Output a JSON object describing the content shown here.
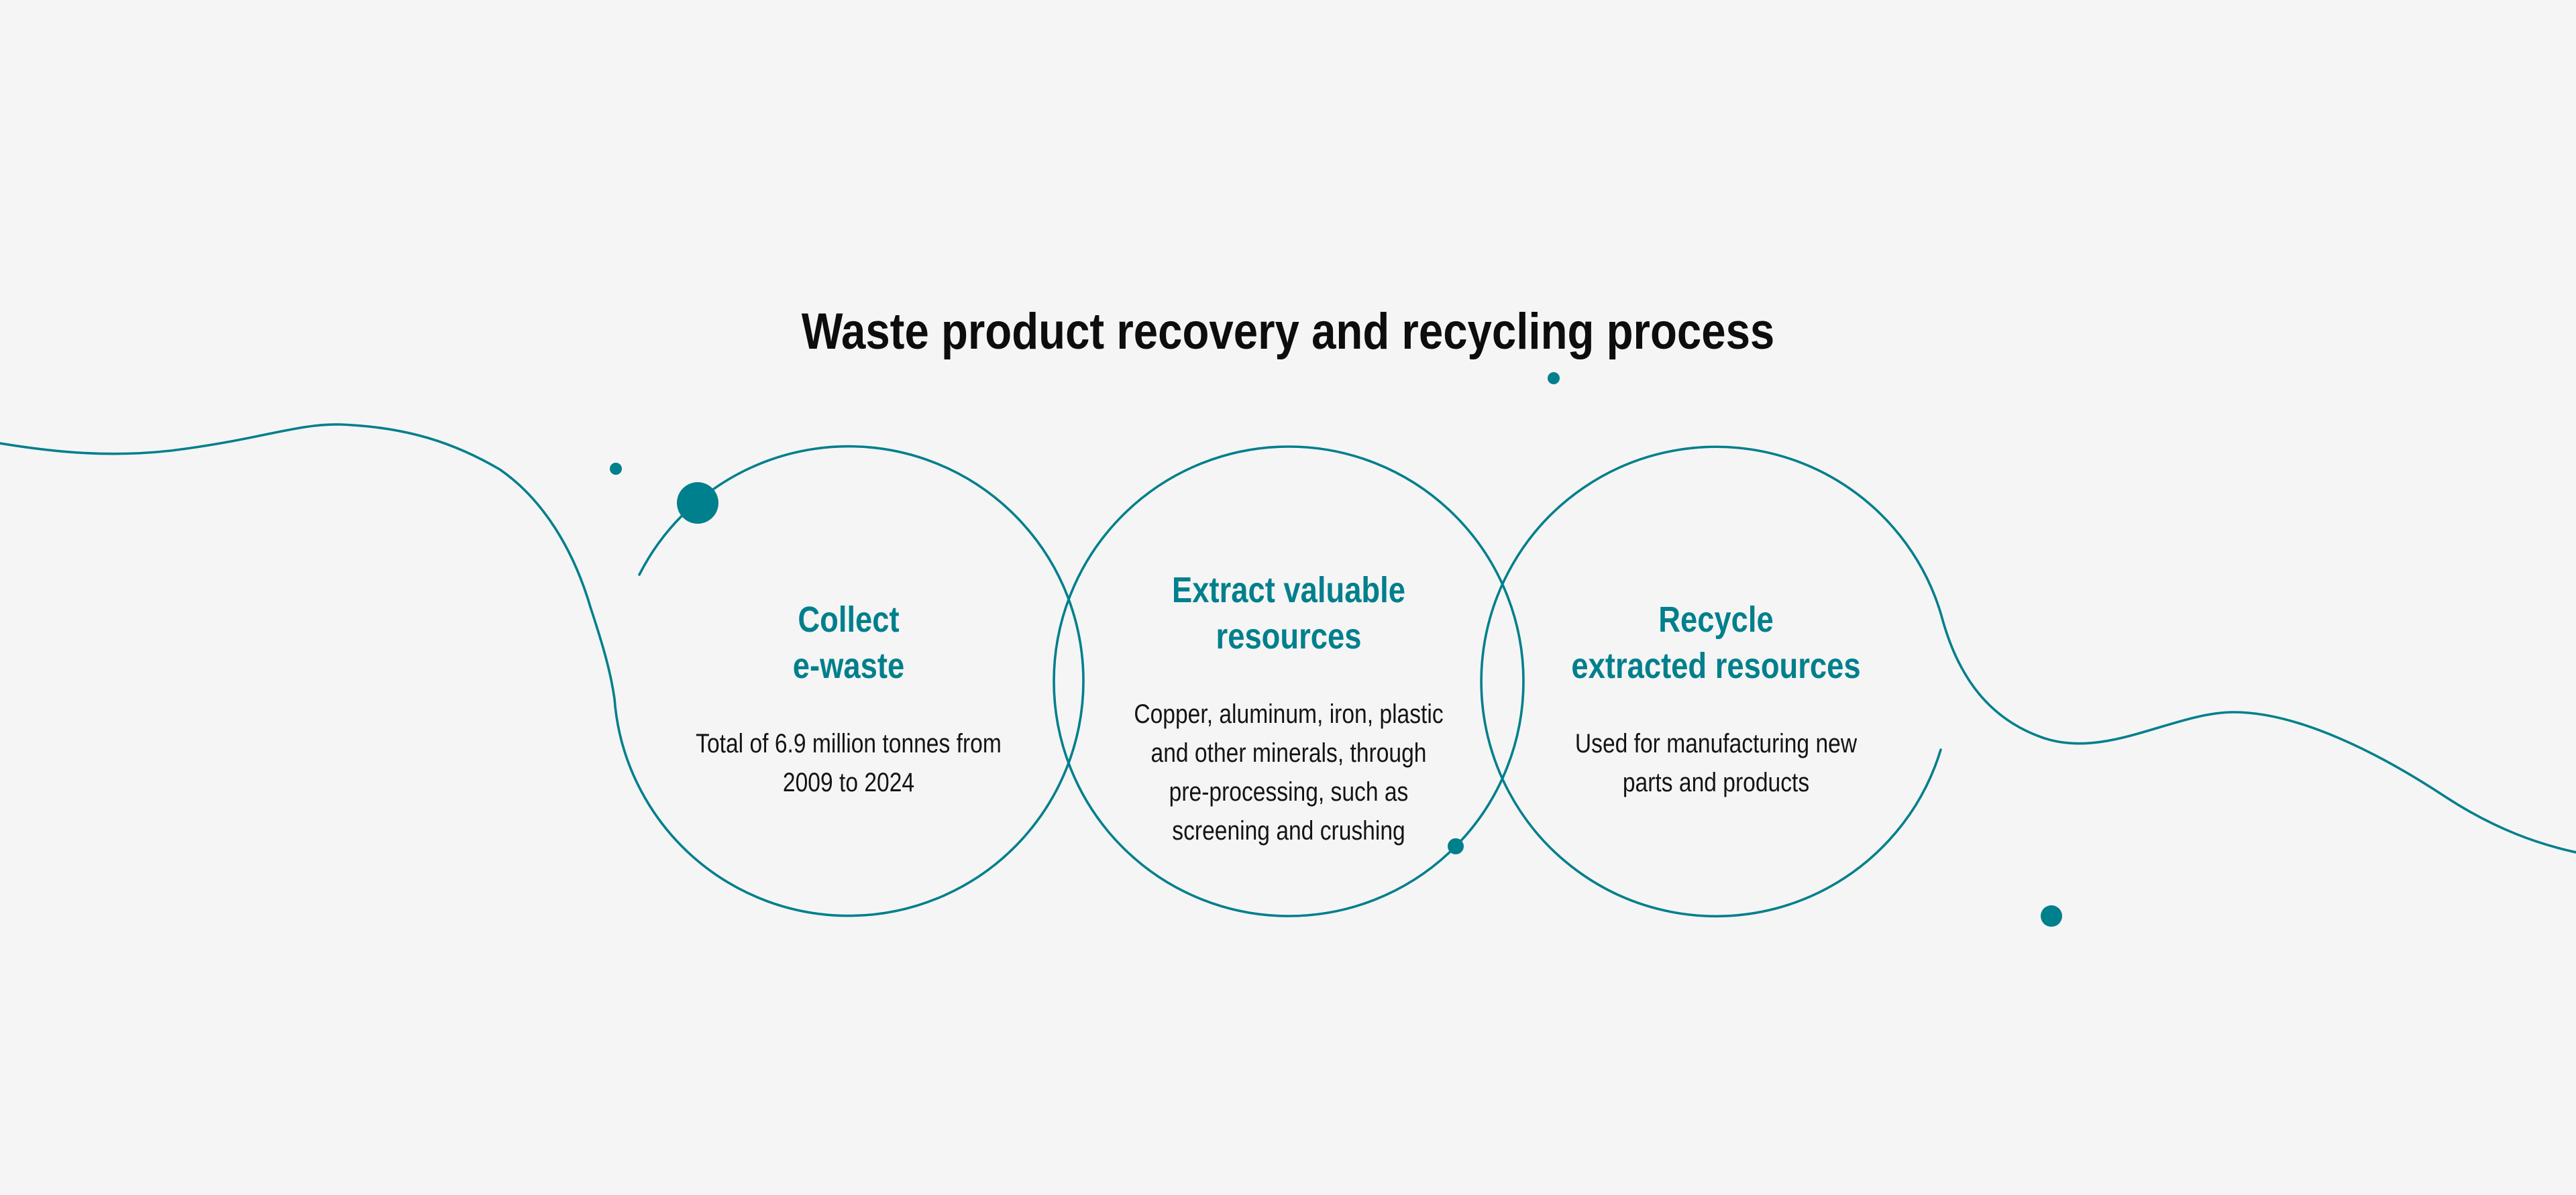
{
  "colors": {
    "accent": "#007f8c",
    "background": "#f5f5f5",
    "title_text": "#0d0d0d",
    "body_text": "#141414"
  },
  "title": "Waste product recovery and recycling process",
  "steps": [
    {
      "title_lines": [
        "Collect",
        "e-waste"
      ],
      "body_lines": [
        "Total of 6.9 million tonnes from",
        "2009 to 2024"
      ]
    },
    {
      "title_lines": [
        "Extract valuable",
        "resources"
      ],
      "body_lines": [
        "Copper, aluminum, iron, plastic",
        "and other minerals, through",
        "pre-processing, such as",
        "screening and crushing"
      ]
    },
    {
      "title_lines": [
        "Recycle",
        "extracted resources"
      ],
      "body_lines": [
        "Used for manufacturing new",
        "parts and products"
      ]
    }
  ]
}
